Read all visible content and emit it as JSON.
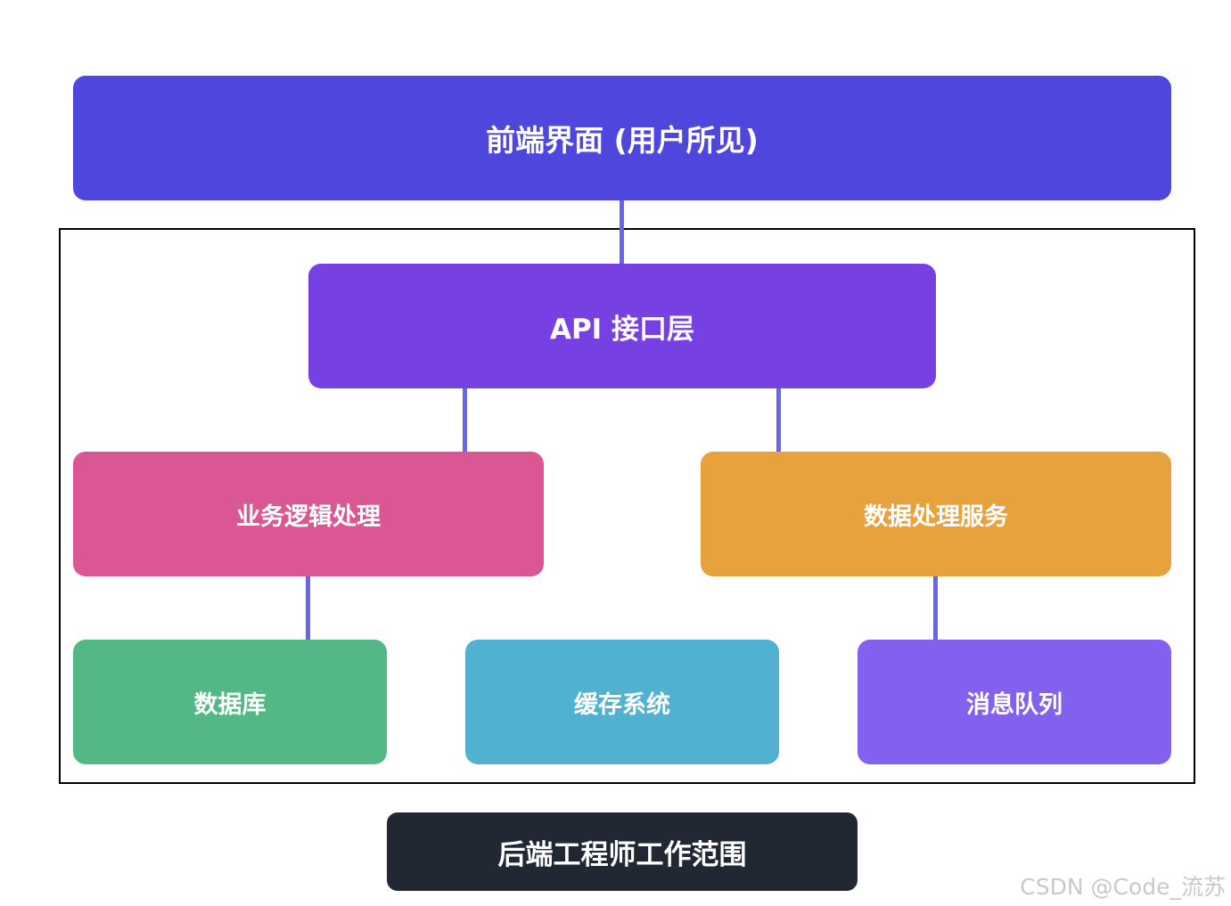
{
  "diagram": {
    "frontend": {
      "label": "前端界面 (用户所见)",
      "color": "#4f46de"
    },
    "api": {
      "label": "API 接口层",
      "color": "#7640e3"
    },
    "business": {
      "label": "业务逻辑处理",
      "color": "#db5794"
    },
    "data_service": {
      "label": "数据处理服务",
      "color": "#e8a23d"
    },
    "database": {
      "label": "数据库",
      "color": "#54b786"
    },
    "cache": {
      "label": "缓存系统",
      "color": "#51b1d0"
    },
    "queue": {
      "label": "消息队列",
      "color": "#8460ef"
    },
    "scope": {
      "label": "后端工程师工作范围",
      "color": "#212833"
    },
    "connector_color": "#6366f1"
  },
  "watermark": "CSDN @Code_流苏"
}
